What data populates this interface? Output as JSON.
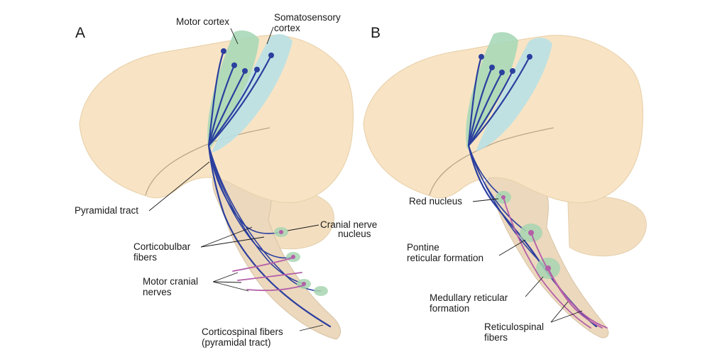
{
  "figure": {
    "panel_a": {
      "letter": "A",
      "labels": {
        "motor_cortex": "Motor cortex",
        "somatosensory_line1": "Somatosensory",
        "somatosensory_line2": "cortex",
        "pyramidal_tract": "Pyramidal tract",
        "corticobulbar_line1": "Corticobulbar",
        "corticobulbar_line2": "fibers",
        "cranial_nerve_line1": "Cranial nerve",
        "cranial_nerve_line2": "nucleus",
        "motor_cranial_line1": "Motor cranial",
        "motor_cranial_line2": "nerves",
        "corticospinal_line1": "Corticospinal fibers",
        "corticospinal_line2": "(pyramidal tract)"
      }
    },
    "panel_b": {
      "letter": "B",
      "labels": {
        "red_nucleus": "Red nucleus",
        "pontine_line1": "Pontine",
        "pontine_line2": "reticular formation",
        "medullary_line1": "Medullary reticular",
        "medullary_line2": "formation",
        "reticulospinal_line1": "Reticulospinal",
        "reticulospinal_line2": "fibers"
      }
    },
    "colors": {
      "brain": "#f8e4c4",
      "motor_cortex": "#a9d8b8",
      "somatosensory_cortex": "#b9e0e6",
      "descending_tracts": "#2b3f9e",
      "cranial_and_reticulospinal": "#b45fa8"
    }
  }
}
